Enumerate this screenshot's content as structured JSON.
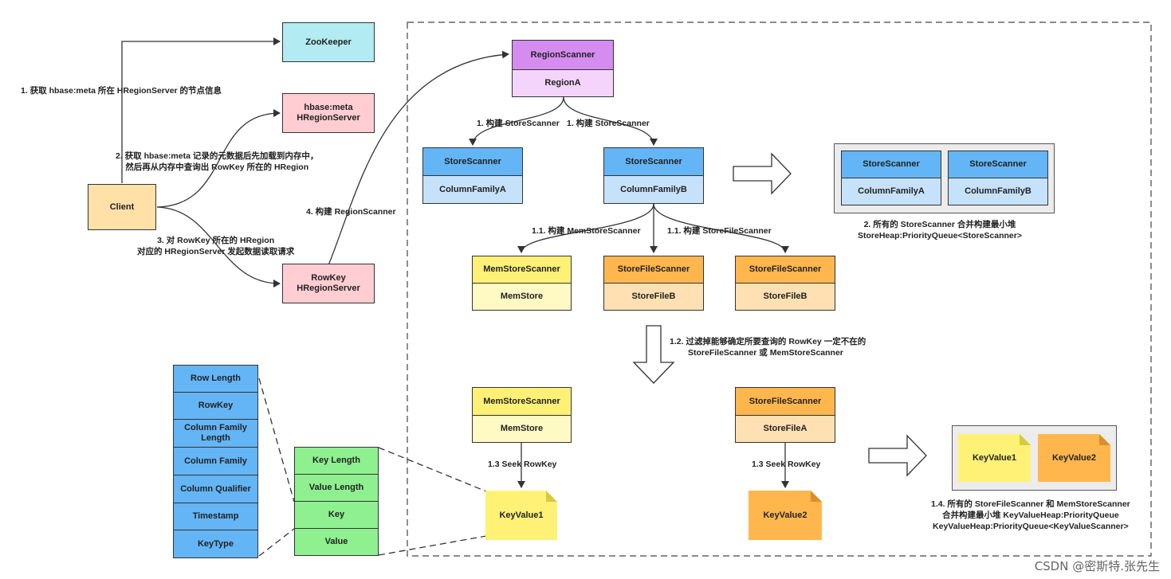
{
  "colors": {
    "blue": "#64b5f6",
    "blue_light": "#c6e2fb",
    "purple": "#d58cf0",
    "purple_light": "#f4d4fb",
    "yellow": "#fff176",
    "yellow_light": "#fff9c4",
    "orange": "#ffb74d",
    "orange_light": "#ffe0b2",
    "cyan": "#b2ebf2",
    "pink": "#ffcdd2",
    "cream": "#ffe0a6",
    "green": "#8ef08f",
    "note_yellow": "#fff176",
    "note_orange": "#ffb74d"
  },
  "left": {
    "zookeeper": "ZooKeeper",
    "meta_line1": "hbase:meta",
    "meta_line2": "HRegionServer",
    "client": "Client",
    "rowkey_line1": "RowKey",
    "rowkey_line2": "HRegionServer",
    "step1": "1. 获取 hbase:meta 所在 HRegionServer 的节点信息",
    "step2_line1": "2. 获取 hbase:meta 记录的元数据后先加载到内存中，",
    "step2_line2": "然后再从内存中查询出 RowKey 所在的 HRegion",
    "step3_line1": "3. 对 RowKey 所在的 HRegion",
    "step3_line2": "对应的 HRegionServer 发起数据读取请求",
    "step4": "4. 构建 RegionScanner"
  },
  "region": {
    "title": "RegionScanner",
    "sub": "RegionA"
  },
  "build_store_left": "1. 构建 StoreScanner",
  "build_store_right": "1. 构建 StoreScanner",
  "store_a": {
    "title": "StoreScanner",
    "sub": "ColumnFamilyA"
  },
  "store_b": {
    "title": "StoreScanner",
    "sub": "ColumnFamilyB"
  },
  "heap_group": {
    "a": {
      "title": "StoreScanner",
      "sub": "ColumnFamilyA"
    },
    "b": {
      "title": "StoreScanner",
      "sub": "ColumnFamilyB"
    },
    "caption1": "2. 所有的 StoreScanner 合并构建最小堆",
    "caption2": "StoreHeap:PriorityQueue<StoreScanner>"
  },
  "build_mem": "1.1. 构建 MemStoreScanner",
  "build_file": "1.1. 构建 StoreFileScanner",
  "mem1": {
    "title": "MemStoreScanner",
    "sub": "MemStore"
  },
  "file1": {
    "title": "StoreFileScanner",
    "sub": "StoreFileB"
  },
  "file2": {
    "title": "StoreFileScanner",
    "sub": "StoreFileB"
  },
  "filter_line1": "1.2. 过滤掉能够确定所要查询的 RowKey 一定不在的",
  "filter_line2": "StoreFileScanner 或 MemStoreScanner",
  "mem2": {
    "title": "MemStoreScanner",
    "sub": "MemStore"
  },
  "file3": {
    "title": "StoreFileScanner",
    "sub": "StoreFileA"
  },
  "seek_left": "1.3 Seek RowKey",
  "seek_right": "1.3 Seek RowKey",
  "kv1": "KeyValue1",
  "kv2": "KeyValue2",
  "kv_group": {
    "kv1": "KeyValue1",
    "kv2": "KeyValue2"
  },
  "kv_caption1": "1.4. 所有的 StoreFileScanner 和 MemStoreScanner",
  "kv_caption2": "合并构建最小堆 KeyValueHeap:PriorityQueue",
  "kv_caption3": "KeyValueHeap:PriorityQueue<KeyValueScanner>",
  "key_fields": [
    "Row Length",
    "RowKey",
    "Column Family Length",
    "Column Family",
    "Column Qualifier",
    "Timestamp",
    "KeyType"
  ],
  "kv_fields": [
    "Key Length",
    "Value Length",
    "Key",
    "Value"
  ],
  "watermark": "CSDN @密斯特.张先生"
}
